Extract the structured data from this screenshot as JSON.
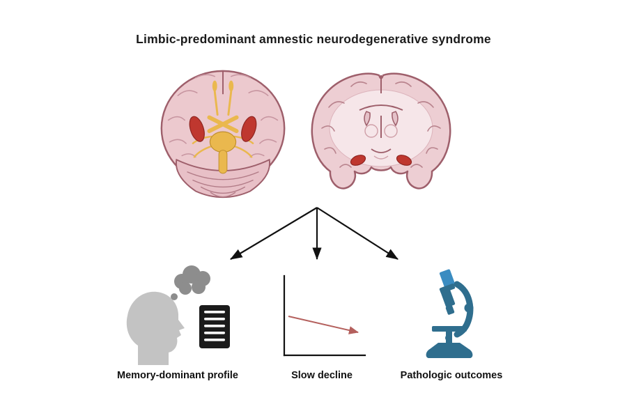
{
  "title": "Limbic-predominant amnestic neurodegenerative syndrome",
  "illustrations": {
    "left_brain_icon": "inferior-brain-view-with-highlighted-medial-temporal-lobes",
    "right_brain_icon": "coronal-brain-section-with-highlighted-medial-temporal-lobes",
    "arrows_icon": "three-branch-arrows"
  },
  "outcomes": [
    {
      "label": "Memory-dominant profile",
      "icon": "head-thought-checklist-icon"
    },
    {
      "label": "Slow decline",
      "icon": "decline-chart-icon"
    },
    {
      "label": "Pathologic outcomes",
      "icon": "microscope-icon"
    }
  ],
  "decline_chart": {
    "type": "line",
    "trend": "slight gradual downward slope with arrow end",
    "axes_labeled": false,
    "series": [
      {
        "name": "decline",
        "shape": "shallow-negative-slope"
      }
    ]
  },
  "colors": {
    "background": "#ffffff",
    "title_text": "#1a1a1a",
    "brain_fill": "#ecc9ce",
    "brain_inner": "#f6e6e9",
    "brain_outline": "#9e5f6b",
    "gyri_line": "#c795a0",
    "highlight_red": "#bf372f",
    "tract_yellow": "#eab84e",
    "arrow_black": "#111111",
    "head_gray": "#c3c3c3",
    "bubble_gray": "#8d8d8d",
    "checklist_black": "#1b1b1b",
    "chart_line_red": "#b4605d",
    "microscope_teal": "#2f6e8e",
    "microscope_blue": "#3a8cc1"
  }
}
